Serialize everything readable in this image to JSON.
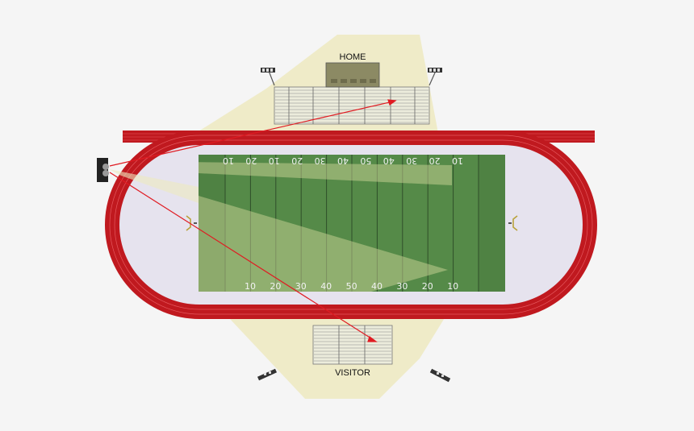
{
  "labels": {
    "home": "HOME",
    "visitor": "VISITOR"
  },
  "field": {
    "yard_numbers_top": [
      "10",
      "20",
      "10",
      "20",
      "30",
      "40",
      "50",
      "40",
      "30",
      "20",
      "10"
    ],
    "yard_numbers_bottom": [
      "10",
      "20",
      "30",
      "40",
      "50",
      "40",
      "30",
      "20",
      "10"
    ]
  },
  "colors": {
    "background": "#f5f5f5",
    "track": "#c0191f",
    "infield": "#e6e3ee",
    "turf_dark": "#558a48",
    "turf_light": "#68a052",
    "light_cone": "#ede9c0",
    "sight_line": "#e01b22",
    "bleacher": "#ececdc",
    "pressbox": "#8c8a64"
  }
}
